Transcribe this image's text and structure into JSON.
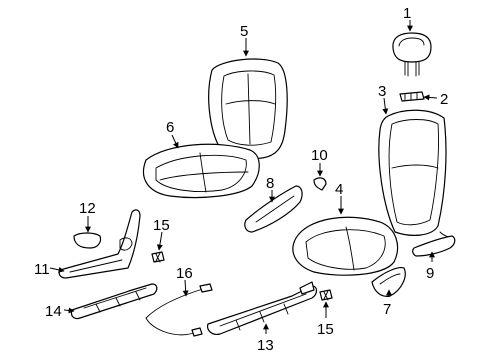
{
  "diagram": {
    "callouts": [
      {
        "id": "c1",
        "text": "1"
      },
      {
        "id": "c2",
        "text": "2"
      },
      {
        "id": "c3",
        "text": "3"
      },
      {
        "id": "c4",
        "text": "4"
      },
      {
        "id": "c5",
        "text": "5"
      },
      {
        "id": "c6",
        "text": "6"
      },
      {
        "id": "c7",
        "text": "7"
      },
      {
        "id": "c8",
        "text": "8"
      },
      {
        "id": "c9",
        "text": "9"
      },
      {
        "id": "c10",
        "text": "10"
      },
      {
        "id": "c11",
        "text": "11"
      },
      {
        "id": "c12",
        "text": "12"
      },
      {
        "id": "c13",
        "text": "13"
      },
      {
        "id": "c14",
        "text": "14"
      },
      {
        "id": "c15a",
        "text": "15"
      },
      {
        "id": "c15b",
        "text": "15"
      },
      {
        "id": "c16",
        "text": "16"
      }
    ]
  }
}
